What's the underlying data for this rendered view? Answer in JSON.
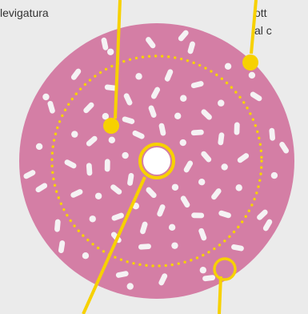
{
  "labels": {
    "top_left": "levigatura",
    "top_right_line1": "ott",
    "top_right_line2": "al c"
  },
  "colors": {
    "disc": "#d47ea5",
    "background": "#ebebeb",
    "accent_yellow": "#f7d100",
    "hole": "#f5f2f4"
  },
  "illustration": {
    "subject": "sanding-disc-multi-hole",
    "icon": "sanding-disc-icon"
  }
}
